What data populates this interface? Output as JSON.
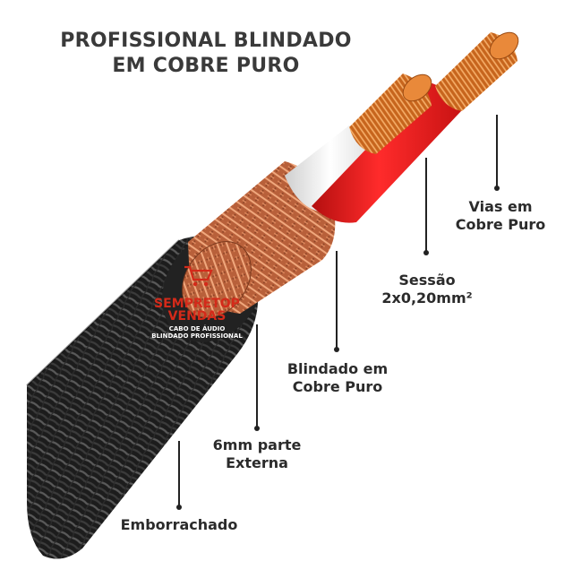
{
  "title": {
    "line1": "PROFISSIONAL BLINDADO",
    "line2": "EM COBRE PURO"
  },
  "callouts": {
    "vias": {
      "line1": "Vias em",
      "line2": "Cobre Puro"
    },
    "sessao": {
      "line1": "Sessão",
      "line2": "2x0,20mm²"
    },
    "blindado": {
      "line1": "Blindado em",
      "line2": "Cobre Puro"
    },
    "externa": {
      "line1": "6mm parte",
      "line2": "Externa"
    },
    "emborrachado": {
      "line1": "Emborrachado"
    }
  },
  "watermark": {
    "brand_line1": "SEMPRETOP",
    "brand_line2": "VENDAS",
    "tagline1": "CABO DE ÁUDIO",
    "tagline2": "BLINDADO PROFISSIONAL"
  },
  "colors": {
    "jacket": "#1c1c1c",
    "braid": "#c8714a",
    "red_insulation": "#e41c1c",
    "white_insulation": "#f4f4f4",
    "copper_wire": "#d97a2b",
    "watermark_red": "#d42a1a",
    "text": "#2b2b2b"
  }
}
